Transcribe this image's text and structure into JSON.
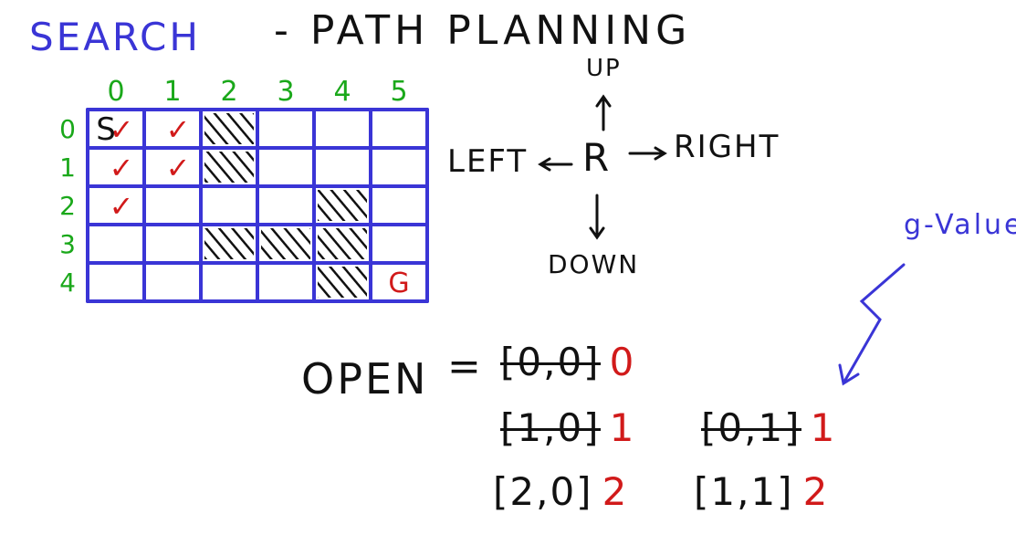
{
  "title": {
    "search": "SEARCH",
    "subtitle": "- PATH PLANNING"
  },
  "grid": {
    "col_labels": [
      "0",
      "1",
      "2",
      "3",
      "4",
      "5"
    ],
    "row_labels": [
      "0",
      "1",
      "2",
      "3",
      "4"
    ],
    "start_label": "S",
    "goal_label": "G",
    "check_symbol": "✓",
    "label_color": "#1aa81a",
    "grid_color": "#3a35d6",
    "mark_color": "#d11a1a",
    "start": [
      0,
      0
    ],
    "goal": [
      4,
      5
    ],
    "obstacles": [
      [
        0,
        2
      ],
      [
        1,
        2
      ],
      [
        2,
        4
      ],
      [
        3,
        2
      ],
      [
        3,
        3
      ],
      [
        3,
        4
      ],
      [
        4,
        4
      ]
    ],
    "checked": [
      [
        0,
        0
      ],
      [
        0,
        1
      ],
      [
        1,
        0
      ],
      [
        1,
        1
      ],
      [
        2,
        0
      ]
    ]
  },
  "directions": {
    "up": "UP",
    "left": "LEFT",
    "robot": "R",
    "right": "RIGHT",
    "down": "DOWN"
  },
  "g_value_label": "g-Value",
  "open_list": {
    "label": "OPEN",
    "equals": "=",
    "entries": [
      {
        "coord": "[0,0]",
        "g": "0",
        "struck": true
      },
      {
        "coord": "[1,0]",
        "g": "1",
        "struck": true
      },
      {
        "coord": "[0,1]",
        "g": "1",
        "struck": true
      },
      {
        "coord": "[2,0]",
        "g": "2",
        "struck": false
      },
      {
        "coord": "[1,1]",
        "g": "2",
        "struck": false
      }
    ]
  }
}
